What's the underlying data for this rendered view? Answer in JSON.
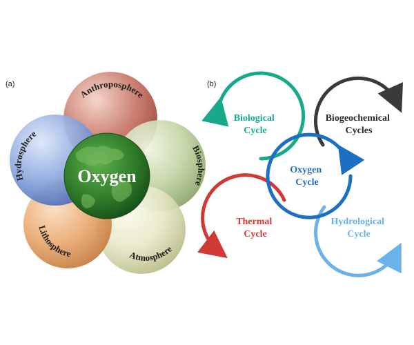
{
  "panel_a": {
    "label": "(a)",
    "center": {
      "label": "Oxygen"
    },
    "spheres": [
      {
        "id": "anthroposphere",
        "label": "Anthroposphere",
        "color": "#b8574a"
      },
      {
        "id": "biosphere",
        "label": "Biosphere",
        "color": "#a9bf8a"
      },
      {
        "id": "atmosphere",
        "label": "Atmosphere",
        "color": "#d9dcb4"
      },
      {
        "id": "lithosphere",
        "label": "Lithosphere",
        "color": "#e3a062"
      },
      {
        "id": "hydrosphere",
        "label": "Hydrosphere",
        "color": "#6f8fcf"
      }
    ],
    "globe_color": "#2f7d2a"
  },
  "panel_b": {
    "label": "(b)",
    "cycles": [
      {
        "id": "biological",
        "lines": [
          "Biological",
          "Cycle"
        ],
        "color": "#17a98a"
      },
      {
        "id": "biogeochemical",
        "lines": [
          "Biogeochemical",
          "Cycles"
        ],
        "color": "#3a3a3a"
      },
      {
        "id": "oxygen",
        "lines": [
          "Oxygen",
          "Cycle"
        ],
        "color": "#1d6fc4"
      },
      {
        "id": "thermal",
        "lines": [
          "Thermal",
          "Cycle"
        ],
        "color": "#d03a34"
      },
      {
        "id": "hydrological",
        "lines": [
          "Hydrological",
          "Cycle"
        ],
        "color": "#6ab2ea"
      }
    ]
  }
}
